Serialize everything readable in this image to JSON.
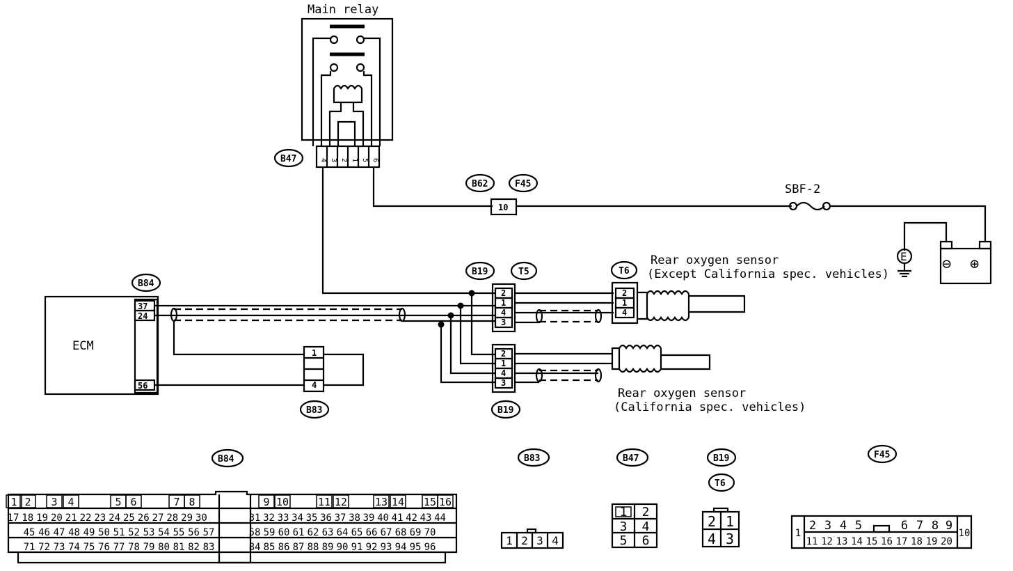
{
  "labels": {
    "main_relay": "Main relay",
    "ecm": "ECM",
    "sbf": "SBF-2",
    "rear_o2_except_line1": "Rear oxygen sensor",
    "rear_o2_except_line2": "(Except California spec. vehicles)",
    "rear_o2_cal_line1": "Rear oxygen sensor",
    "rear_o2_cal_line2": "(California spec. vehicles)",
    "ground_symbol": "E",
    "battery_minus": "⊖",
    "battery_plus": "⊕"
  },
  "connector_tags": {
    "b47": "B47",
    "b62": "B62",
    "f45": "F45",
    "b84": "B84",
    "b19_top": "B19",
    "t5": "T5",
    "t6": "T6",
    "b83": "B83",
    "b19_bottom": "B19",
    "legend_b84": "B84",
    "legend_b83": "B83",
    "legend_b47": "B47",
    "legend_b19": "B19",
    "legend_t6": "T6",
    "legend_f45": "F45"
  },
  "pins": {
    "junction_10": "10",
    "ecm_37": "37",
    "ecm_24": "24",
    "ecm_56": "56",
    "b83_1": "1",
    "b83_4": "4",
    "t5_2": "2",
    "t5_1": "1",
    "t5_4": "4",
    "t5_3": "3",
    "b19_2": "2",
    "b19_1": "1",
    "b19_4": "4",
    "b19_3": "3",
    "t6_2": "2",
    "t6_1": "1",
    "t6_4": "4",
    "relay_pins": [
      "4",
      "3",
      "2",
      "1",
      "5",
      "6"
    ]
  },
  "legend_b84_rows": [
    [
      "1",
      "2",
      "",
      "3",
      "4",
      "",
      "",
      "5",
      "6",
      "",
      "7",
      "8",
      "",
      "",
      "",
      "",
      "",
      "9",
      "10",
      "",
      "",
      "11",
      "12",
      "",
      "13",
      "14",
      "",
      "15",
      "16"
    ],
    [
      "17",
      "18",
      "19",
      "20",
      "21",
      "22",
      "23",
      "24",
      "25",
      "26",
      "27",
      "28",
      "29",
      "30",
      "31",
      "32",
      "33",
      "34",
      "35",
      "36",
      "37",
      "38",
      "39",
      "40",
      "41",
      "42",
      "43",
      "44"
    ],
    [
      "45",
      "46",
      "47",
      "48",
      "49",
      "50",
      "51",
      "52",
      "53",
      "54",
      "55",
      "56",
      "57",
      "58",
      "59",
      "60",
      "61",
      "62",
      "63",
      "64",
      "65",
      "66",
      "67",
      "68",
      "69",
      "70"
    ],
    [
      "71",
      "72",
      "73",
      "74",
      "75",
      "76",
      "77",
      "78",
      "79",
      "80",
      "81",
      "82",
      "83",
      "84",
      "85",
      "86",
      "87",
      "88",
      "89",
      "90",
      "91",
      "92",
      "93",
      "94",
      "95",
      "96"
    ]
  ],
  "legend_b83": [
    "1",
    "2",
    "3",
    "4"
  ],
  "legend_b47": [
    "1",
    "2",
    "3",
    "4",
    "5",
    "6"
  ],
  "legend_b19_t6": [
    "2",
    "1",
    "4",
    "3"
  ],
  "legend_f45": {
    "left": "1",
    "top": [
      "2",
      "3",
      "4",
      "5",
      "6",
      "7",
      "8",
      "9"
    ],
    "bottom": [
      "11",
      "12",
      "13",
      "14",
      "15",
      "16",
      "17",
      "18",
      "19",
      "20"
    ],
    "right": "10"
  }
}
